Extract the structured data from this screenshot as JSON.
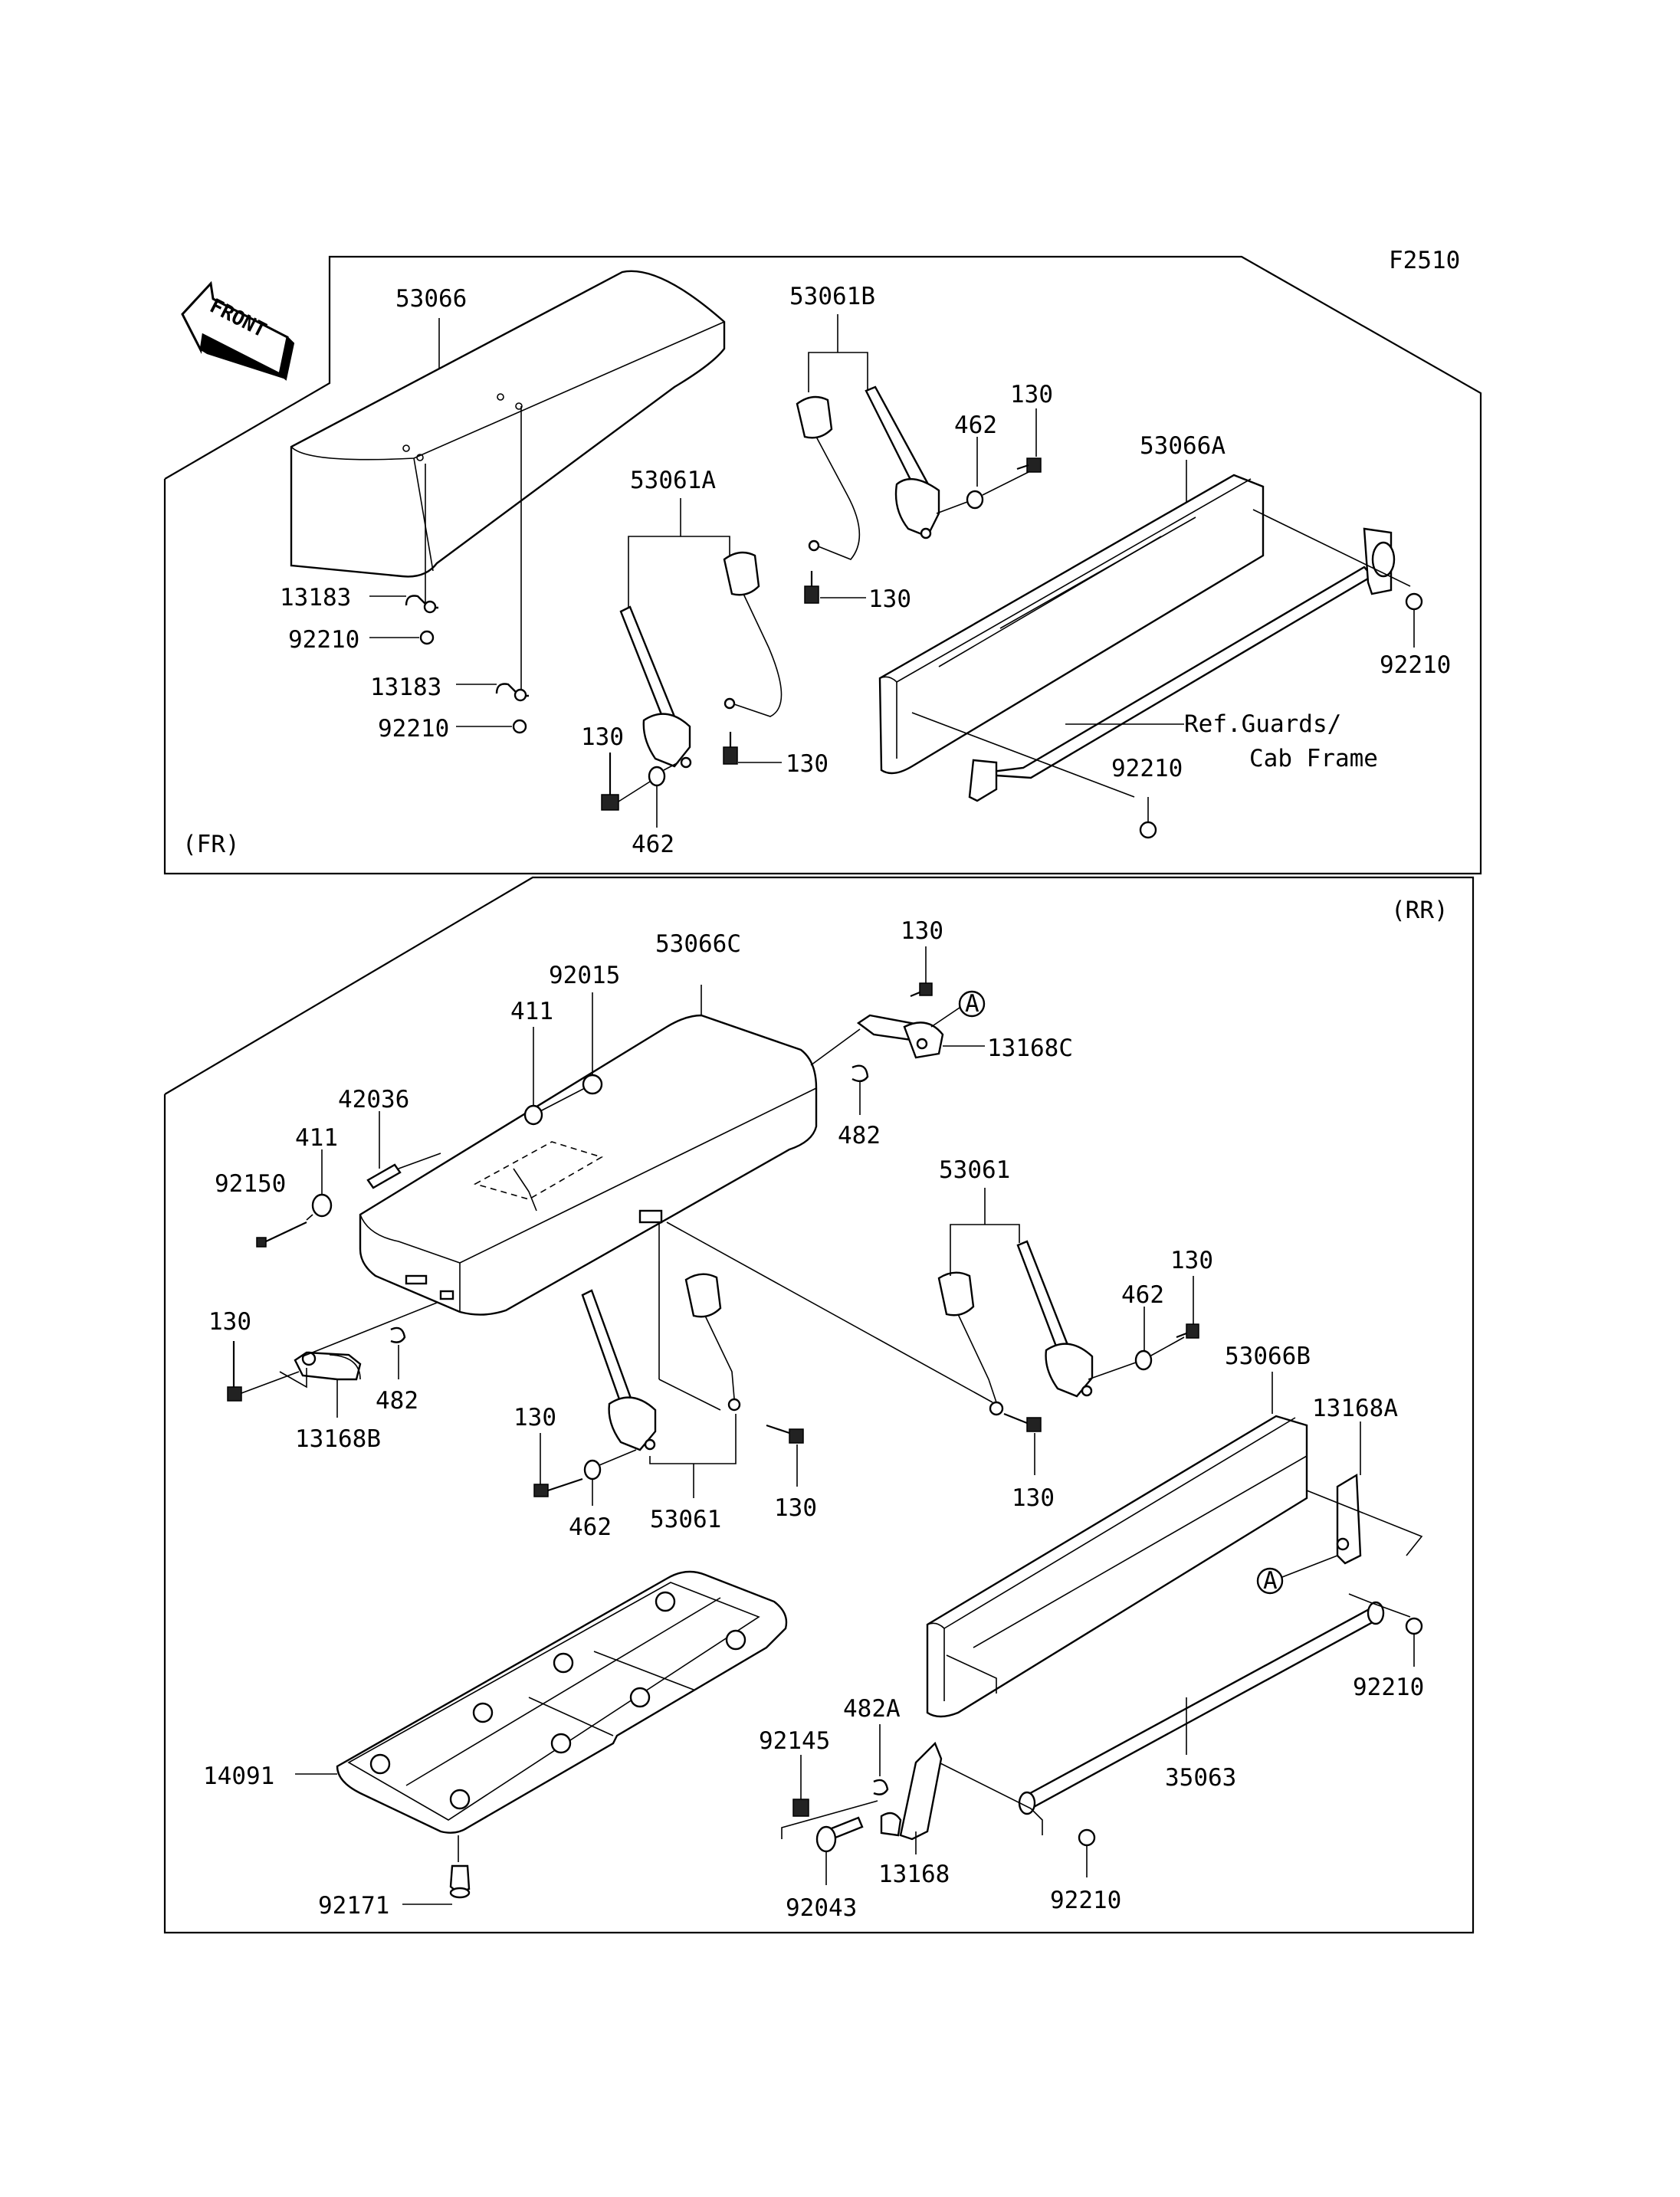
{
  "figure_code": "F2510",
  "front_arrow": {
    "label": "FRONT",
    "icon": "front-direction-arrow-icon"
  },
  "sections": {
    "front": {
      "tag": "(FR)"
    },
    "rear": {
      "tag": "(RR)"
    }
  },
  "front_labels": {
    "seat": "53066",
    "belt_b": "53061B",
    "belt_a": "53061A",
    "guard": "53066A",
    "p462_top": "462",
    "p130_top": "130",
    "p130_mid": "130",
    "p13183_1": "13183",
    "p92210_1": "92210",
    "p13183_2": "13183",
    "p92210_2": "92210",
    "p130_left": "130",
    "p130_belt": "130",
    "p462_bottom": "462",
    "p92210_right": "92210",
    "p92210_lower": "92210",
    "ref_line1": "Ref.Guards/",
    "ref_line2": "Cab Frame"
  },
  "rear_labels": {
    "seat": "53066C",
    "p130_top": "130",
    "p92015": "92015",
    "p411_top": "411",
    "p42036": "42036",
    "p411_left": "411",
    "p92150": "92150",
    "p13168C": "13168C",
    "p482_right": "482",
    "belt_right": "53061",
    "p462_right": "462",
    "p130_right": "130",
    "p130_left": "130",
    "p482_left": "482",
    "p13168B": "13168B",
    "p130_center": "130",
    "p462_center": "462",
    "belt_center": "53061",
    "p130_center2": "130",
    "p130_right2": "130",
    "guard": "53066B",
    "p13168A": "13168A",
    "p92210_right": "92210",
    "bar": "35063",
    "p482A": "482A",
    "p92145": "92145",
    "p14091": "14091",
    "p13168": "13168",
    "p92043": "92043",
    "p92210_bottom": "92210",
    "p92171": "92171",
    "ref_A_1": "A",
    "ref_A_2": "A"
  }
}
